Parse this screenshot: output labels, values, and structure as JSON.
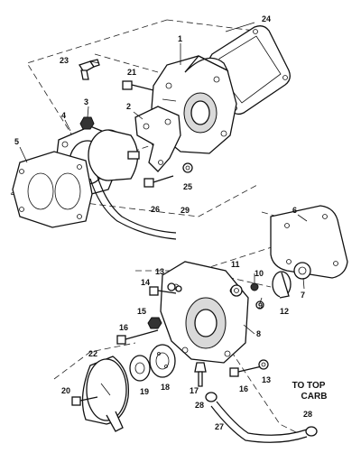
{
  "labels": {
    "p1": "1",
    "p2": "2",
    "p3": "3",
    "p4": "4",
    "p5": "5",
    "p6": "6",
    "p7": "7",
    "p8": "8",
    "p9": "9",
    "p10": "10",
    "p11": "11",
    "p12": "12",
    "p13a": "13",
    "p13b": "13",
    "p14": "14",
    "p15": "15",
    "p16a": "16",
    "p16b": "16",
    "p17": "17",
    "p18": "18",
    "p19": "19",
    "p20": "20",
    "p21": "21",
    "p22": "22",
    "p23": "23",
    "p24": "24",
    "p25": "25",
    "p26": "26",
    "p27": "27",
    "p28a": "28",
    "p28b": "28",
    "p29": "29"
  },
  "note": {
    "line1": "TO TOP",
    "line2": "CARB"
  }
}
